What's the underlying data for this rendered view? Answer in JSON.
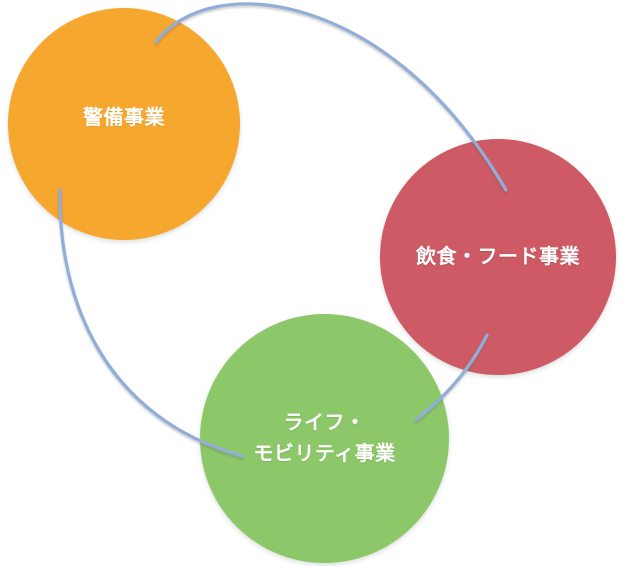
{
  "diagram": {
    "circles": [
      {
        "label": "警備事業",
        "color": "#F6A72D",
        "text_color": "#FFFFFF"
      },
      {
        "label": "飲食・フード事業",
        "color": "#CD5A64",
        "text_color": "#FFFFFF"
      },
      {
        "label_lines": [
          "ライフ・",
          "モビリティ事業"
        ],
        "color": "#8CC86A",
        "text_color": "#FFFFFF"
      }
    ],
    "connector": {
      "color": "#91AEDB"
    }
  }
}
